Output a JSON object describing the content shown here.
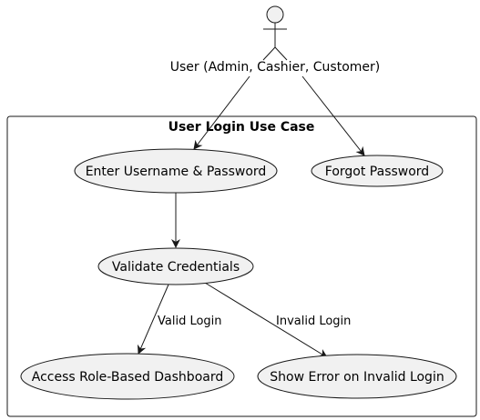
{
  "diagram": {
    "system_title": "User Login Use Case",
    "actor": {
      "label": "User (Admin, Cashier, Customer)"
    },
    "use_cases": {
      "enter_credentials": "Enter Username & Password",
      "forgot_password": "Forgot Password",
      "validate_credentials": "Validate Credentials",
      "access_dashboard": "Access Role-Based Dashboard",
      "show_error": "Show Error on Invalid Login"
    },
    "edge_labels": {
      "valid_login": "Valid Login",
      "invalid_login": "Invalid Login"
    },
    "colors": {
      "use_case_fill": "#f1f1f1",
      "stroke": "#181818",
      "background": "#ffffff"
    }
  }
}
